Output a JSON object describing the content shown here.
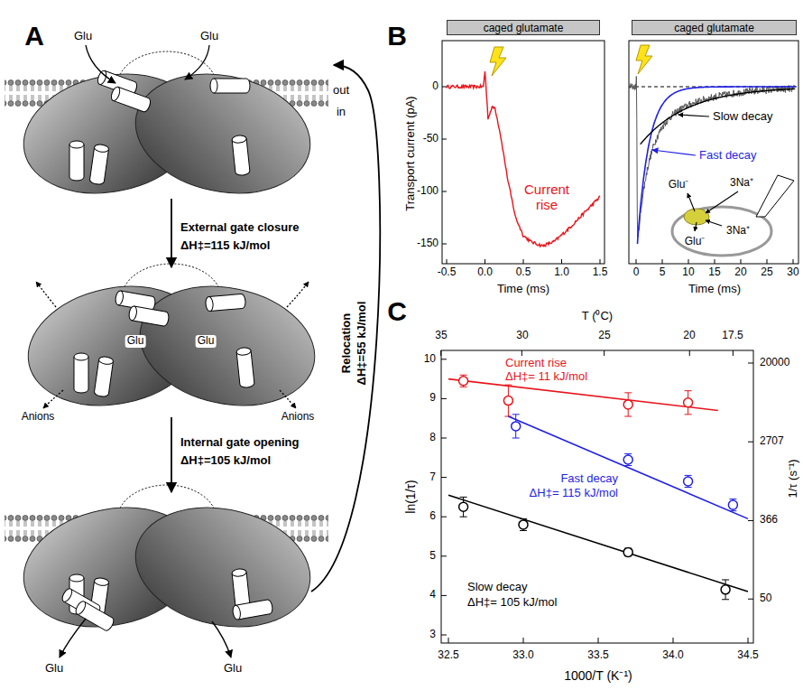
{
  "diagram": {
    "nodes": [
      {
        "text": [
          "caged glutamate"
        ]
      },
      {
        "text": [
          "caged glutamate"
        ]
      }
    ],
    "labels": [
      "A",
      "Glu",
      "Glu",
      "out",
      "in",
      "External gate closure",
      "ΔH‡=115 kJ/mol",
      "Glu",
      "Glu",
      "Anions",
      "Anions",
      "Internal gate opening",
      "ΔH‡=105 kJ/mol",
      "Glu",
      "Glu",
      "Relocation",
      "ΔH‡=55 kJ/mol",
      "B",
      "0",
      "-50",
      "-100",
      "-150",
      "Transport current (pA)",
      "-0.5",
      "0.0",
      "0.5",
      "1.0",
      "1.5",
      "Time (ms)",
      "Current rise",
      "0",
      "5",
      "10",
      "15",
      "20",
      "25",
      "30",
      "Time (ms)",
      "Slow decay",
      "Fast decay",
      "Glu⁻",
      "3Na⁺",
      "Glu⁻",
      "3Na⁺",
      "C",
      "T (⁰C)",
      "35",
      "30",
      "25",
      "20",
      "17.5",
      "ln(1/τ)",
      "10",
      "9",
      "8",
      "7",
      "6",
      "5",
      "4",
      "3",
      "20000",
      "2707",
      "366",
      "50",
      "1/τ (s⁻¹)",
      "32.5",
      "33.0",
      "33.5",
      "34.0",
      "34.5",
      "1000/T (K⁻¹)",
      "Current rise",
      "ΔH‡= 11 kJ/mol",
      "Fast decay",
      "ΔH‡= 115 kJ/mol",
      "Slow decay",
      "ΔH‡= 105 kJ/mol"
    ]
  }
}
